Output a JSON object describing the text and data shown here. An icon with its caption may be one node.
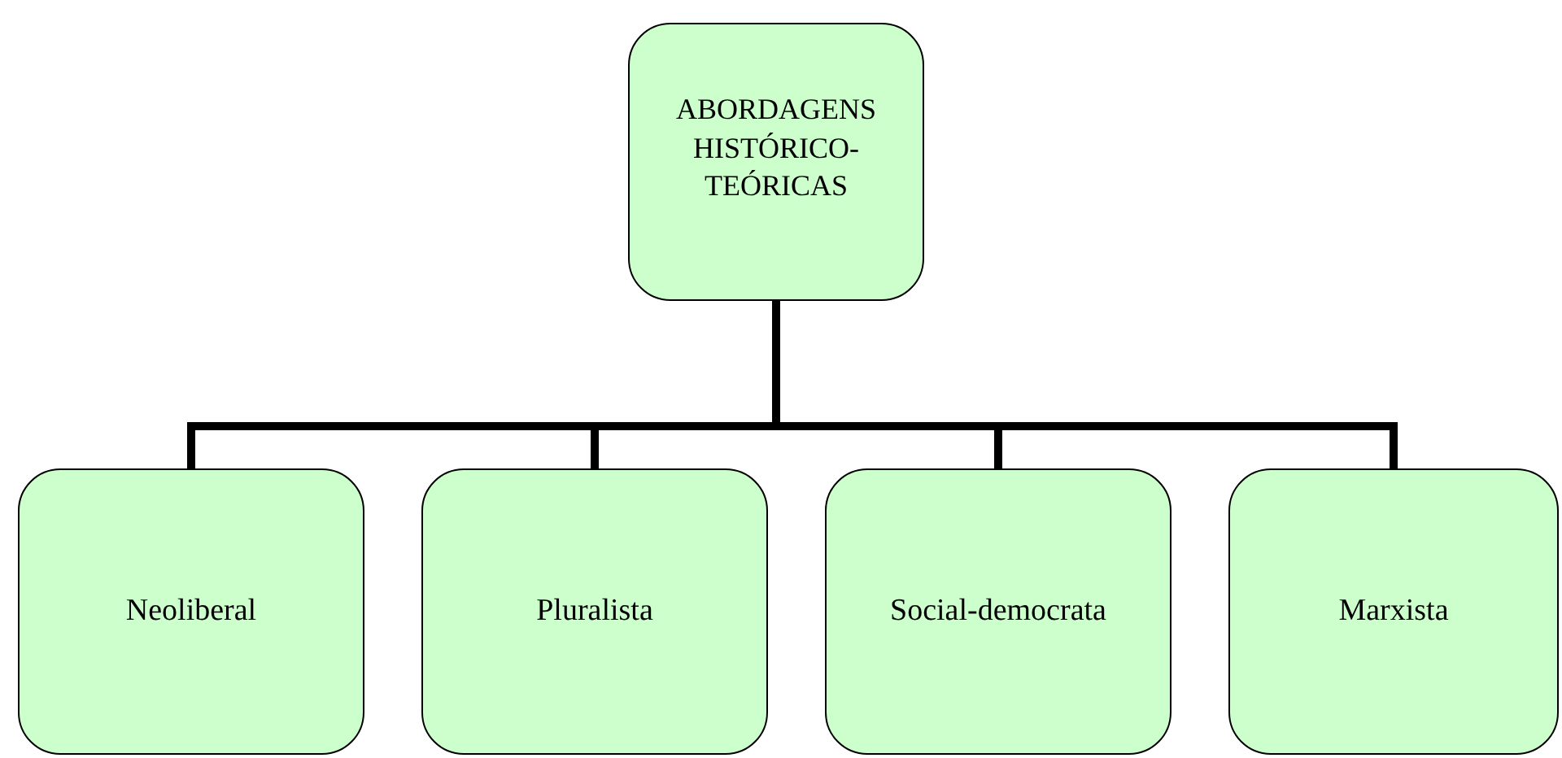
{
  "diagram": {
    "nodes": [
      {
        "text": [
          "ABORDAGENS HISTÓRICO-TEÓRICAS"
        ]
      },
      {
        "text": [
          "Neoliberal"
        ]
      },
      {
        "text": [
          "Pluralista"
        ]
      },
      {
        "text": [
          "Social-democrata"
        ]
      },
      {
        "text": [
          "Marxista"
        ]
      }
    ],
    "edges": [
      {
        "from": 0,
        "to": 1,
        "arrow": "none"
      },
      {
        "from": 0,
        "to": 2,
        "arrow": "none"
      },
      {
        "from": 0,
        "to": 3,
        "arrow": "none"
      },
      {
        "from": 0,
        "to": 4,
        "arrow": "none"
      }
    ]
  }
}
